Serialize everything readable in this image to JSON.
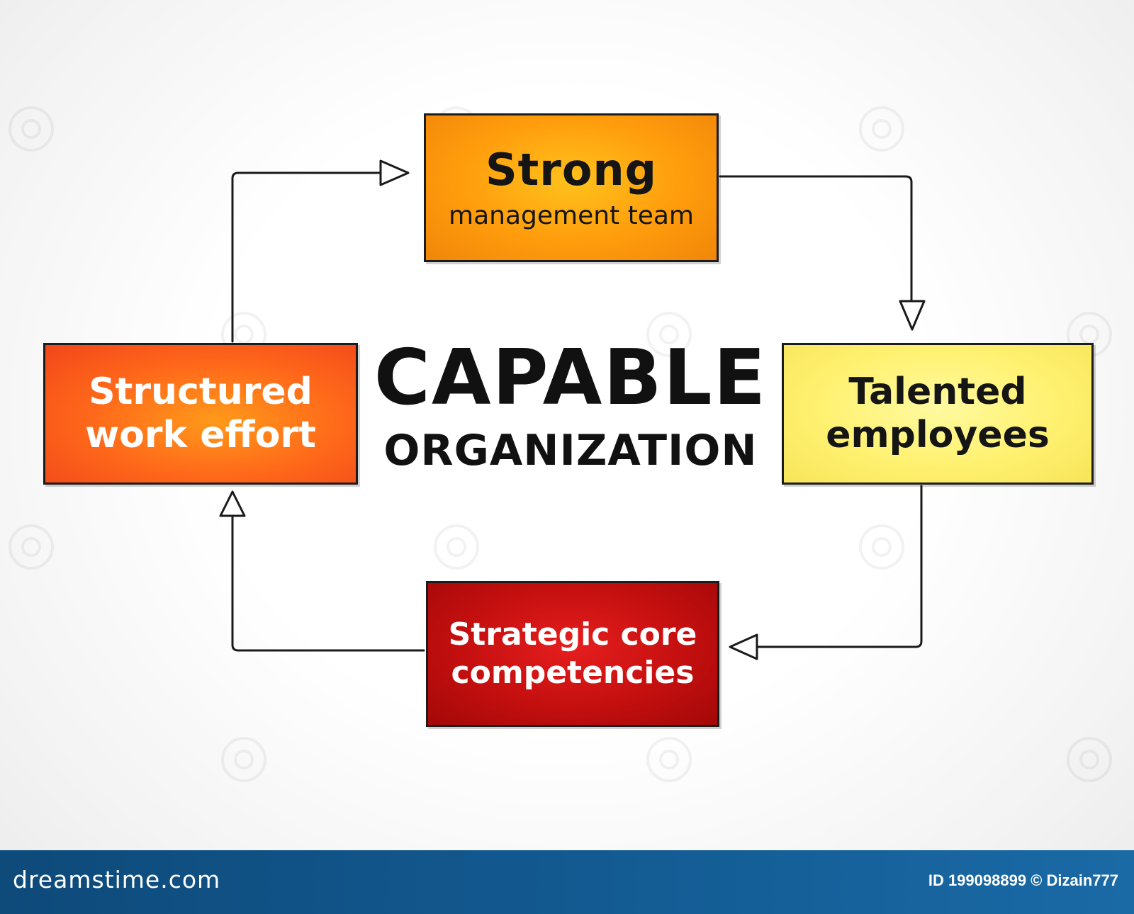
{
  "diagram": {
    "title_line1": "CAPABLE",
    "title_line2": "ORGANIZATION",
    "nodes": {
      "top": {
        "line1": "Strong",
        "line2": "management team",
        "color": "#ff9c0c"
      },
      "right": {
        "line1": "Talented",
        "line2": "employees",
        "color": "#fff170"
      },
      "bottom": {
        "line1": "Strategic core",
        "line2": "competencies",
        "color": "#c40f0f"
      },
      "left": {
        "line1": "Structured",
        "line2": "work effort",
        "color": "#ff6a1a"
      }
    },
    "flow": [
      "top",
      "right",
      "bottom",
      "left",
      "top"
    ]
  },
  "footer": {
    "brand": "dreamstime.com",
    "credit": "ID 199098899 © Dizain777"
  }
}
